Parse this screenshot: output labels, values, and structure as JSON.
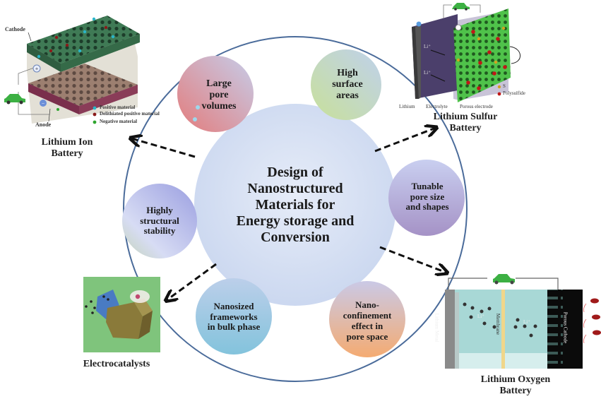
{
  "center": {
    "title": "Design of\nNanostructured\nMaterials for\nEnergy storage and\nConversion"
  },
  "properties": [
    {
      "id": "large-pore-volumes",
      "text": "Large\npore\nvolumes",
      "color_a": "#e58585",
      "color_b": "#c7cbe9"
    },
    {
      "id": "high-surface-areas",
      "text": "High\nsurface\nareas",
      "color_a": "#c6dca0",
      "color_b": "#c0d2ea"
    },
    {
      "id": "tunable-pore-size",
      "text": "Tunable\npore size\nand shapes",
      "color_a": "#c4c8ea",
      "color_b": "#a999c8"
    },
    {
      "id": "structural-stability",
      "text": "Highly\nstructural\nstability",
      "color_a": "#a3a6e0",
      "color_b": "#dde2f6"
    },
    {
      "id": "nanosized-frameworks",
      "text": "Nanosized\nframeworks\nin bulk phase",
      "color_a": "#b6cde8",
      "color_b": "#88c6de"
    },
    {
      "id": "nano-confinement",
      "text": "Nano-\nconfinement\neffect in\npore space",
      "color_a": "#c9c8e4",
      "color_b": "#f2ae78"
    }
  ],
  "applications": {
    "lithium_ion": {
      "title": "Lithium Ion\nBattery",
      "cathode_label": "Cathode",
      "anode_label": "Anode",
      "legend": [
        {
          "label": "Positive material",
          "color": "#2ab5c9"
        },
        {
          "label": "Delithiated positive material",
          "color": "#8b1a1a"
        },
        {
          "label": "Negative material",
          "color": "#2ea52e"
        }
      ]
    },
    "lithium_sulfur": {
      "title": "Lithium Sulfur\nBattery",
      "ion_label": "Li⁺",
      "electrode_labels": [
        "Lithium",
        "Electrolyte",
        "Porous electrode"
      ],
      "legend": [
        {
          "label": "S",
          "color": "#d4a020"
        },
        {
          "label": "Polysulfide",
          "color": "#c01818"
        }
      ]
    },
    "lithium_oxygen": {
      "title": "Lithium Oxygen\nBattery",
      "left_label": "Lithium Metal",
      "middle_label": "Membrane",
      "right_label": "Porous Cathode",
      "ion_label": "Li⁺"
    },
    "electrocatalysts": {
      "title": "Electrocatalysts"
    }
  },
  "colors": {
    "outer_ring": "#4a6b9a",
    "center_fill": "#d3def2",
    "arrow": "#111111"
  }
}
